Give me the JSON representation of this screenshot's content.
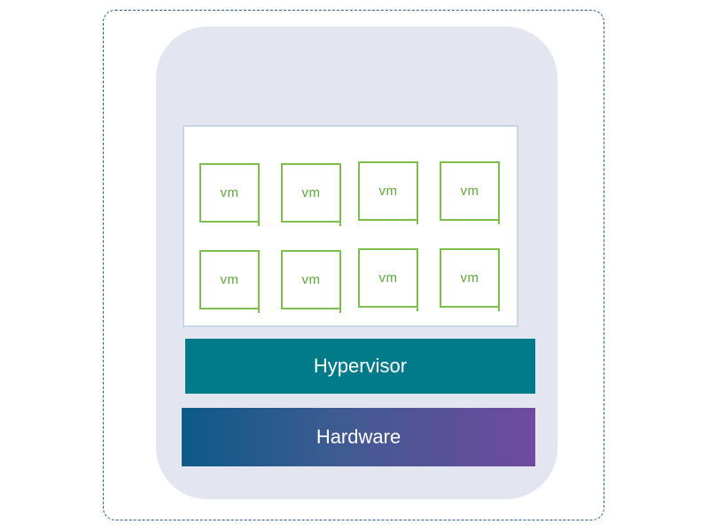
{
  "diagram": {
    "vms": [
      "vm",
      "vm",
      "vm",
      "vm",
      "vm",
      "vm",
      "vm",
      "vm"
    ],
    "hypervisor_label": "Hypervisor",
    "hardware_label": "Hardware",
    "colors": {
      "vm_outline": "#7cbf4a",
      "vm_text": "#5da839",
      "hypervisor": "#017a8a",
      "hardware_start": "#0c5a87",
      "hardware_end": "#704a9e",
      "host_background": "#e3e5f1",
      "frame_border": "#2b5d8a"
    }
  }
}
